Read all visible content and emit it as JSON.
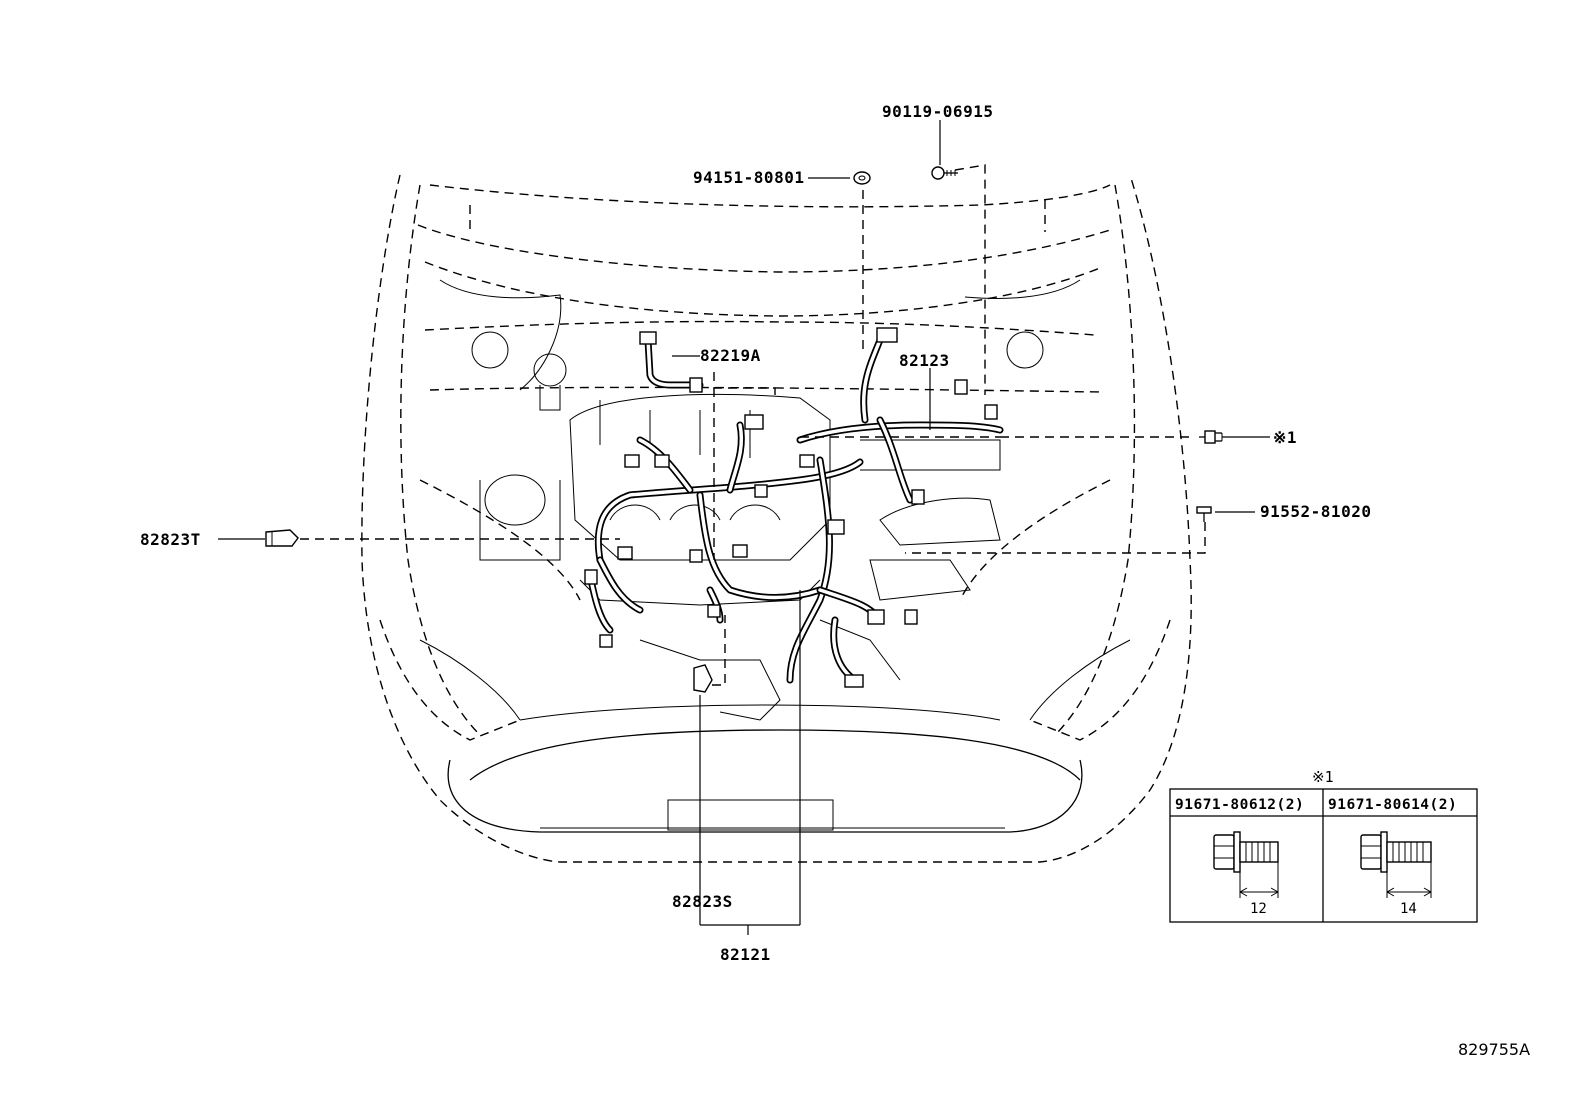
{
  "callouts": {
    "p90119": "90119-06915",
    "p94151": "94151-80801",
    "p82219A": "82219A",
    "p82123": "82123",
    "note1": "※1",
    "p91552": "91552-81020",
    "p82823T": "82823T",
    "p82823S": "82823S",
    "p82121": "82121"
  },
  "inset": {
    "title": "※1",
    "columns": [
      {
        "part": "91671-80612(2)",
        "length": "12"
      },
      {
        "part": "91671-80614(2)",
        "length": "14"
      }
    ]
  },
  "diagram_code": "829755A"
}
